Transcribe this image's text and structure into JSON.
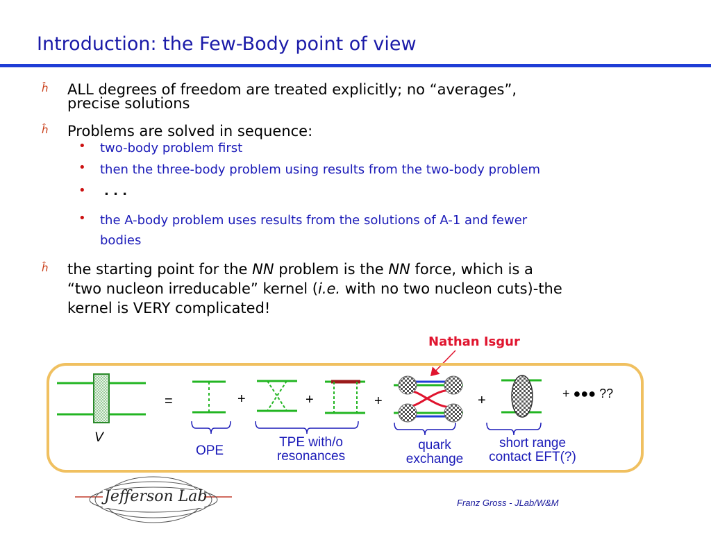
{
  "title": "Introduction: the Few-Body point of view",
  "bullet_marker": "ĥ",
  "bullets": [
    {
      "line1": "ALL degrees of freedom are treated explicitly; no “averages”,",
      "line2": "precise solutions"
    },
    {
      "line1": "Problems are solved in sequence:"
    },
    {
      "line1a": "the starting point for the ",
      "nn1": "NN",
      "line1b": " problem is the ",
      "nn2": "NN",
      "line1c": " force, which is a",
      "line2a": "“two nucleon irreducable” kernel (",
      "ie": "i.e.",
      "line2b": " with no two nucleon cuts)-the",
      "line3": "kernel is VERY complicated!"
    }
  ],
  "sub_bullets": [
    "two-body problem first",
    "then the three-body problem using results from the two-body problem",
    ". . .",
    "the A-body problem uses results from the solutions of A-1 and fewer",
    "bodies"
  ],
  "sub_marker": "•",
  "annotation": "Nathan Isgur",
  "diagram": {
    "v_label": "V",
    "equals": "=",
    "plus": "+",
    "tail": "+ ●●● ??",
    "captions": {
      "ope": "OPE",
      "tpe_1": "TPE with/o",
      "tpe_2": "resonances",
      "quark_1": "quark",
      "quark_2": "exchange",
      "short_1": "short range",
      "short_2": "contact EFT(?)"
    }
  },
  "footer": "Franz Gross - JLab/W&M",
  "logo_text": "Jefferson Lab",
  "colors": {
    "title": "#1a1aa8",
    "rule": "#1f3dd6",
    "sub": "#1a1ab8",
    "green": "#22b522",
    "frame": "#f0c060",
    "annotation": "#e0142e"
  }
}
